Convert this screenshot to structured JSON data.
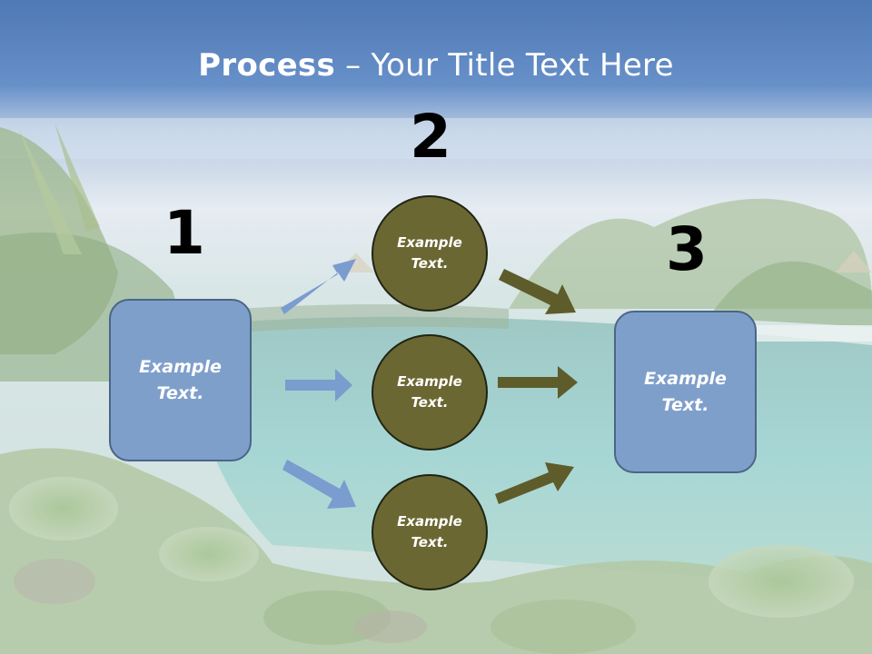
{
  "slide": {
    "title_bold": "Process",
    "title_rest": " – Your Title Text Here",
    "numbers": [
      "1",
      "2",
      "3"
    ],
    "left_box": {
      "line1": "Example",
      "line2": "Text."
    },
    "right_box": {
      "line1": "Example",
      "line2": "Text."
    },
    "circles": [
      {
        "line1": "Example",
        "line2": "Text."
      },
      {
        "line1": "Example",
        "line2": "Text."
      },
      {
        "line1": "Example",
        "line2": "Text."
      }
    ]
  },
  "colors": {
    "box_fill": "#7f9fcb",
    "circle_fill": "#6b6732",
    "blue_arrow": "#7a9cce",
    "olive_arrow": "#5e5c2a"
  },
  "icons": {
    "background": "tropical-lagoon-photo"
  }
}
